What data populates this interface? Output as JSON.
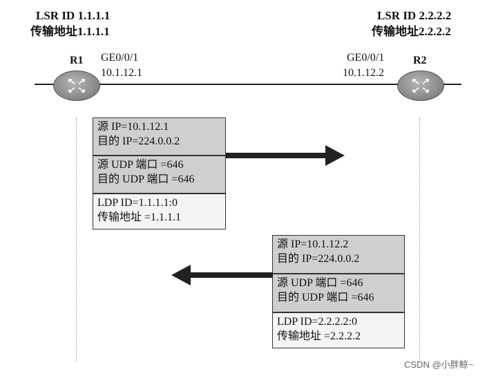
{
  "r1": {
    "lsr_id": "LSR ID 1.1.1.1",
    "transport": "传输地址1.1.1.1",
    "name": "R1",
    "iface": "GE0/0/1",
    "ip": "10.1.12.1"
  },
  "r2": {
    "lsr_id": "LSR ID 2.2.2.2",
    "transport": "传输地址2.2.2.2",
    "name": "R2",
    "iface": "GE0/0/1",
    "ip": "10.1.12.2"
  },
  "packet1": {
    "ip_src": "源 IP=10.1.12.1",
    "ip_dst": "目的 IP=224.0.0.2",
    "udp_src": "源 UDP 端口 =646",
    "udp_dst": "目的 UDP 端口 =646",
    "ldp_id": "LDP ID=1.1.1.1:0",
    "transport": "传输地址 =1.1.1.1"
  },
  "packet2": {
    "ip_src": "源 IP=10.1.12.2",
    "ip_dst": "目的 IP=224.0.0.2",
    "udp_src": "源 UDP 端口 =646",
    "udp_dst": "目的 UDP 端口 =646",
    "ldp_id": "LDP ID=2.2.2.2:0",
    "transport": "传输地址 =2.2.2.2"
  },
  "watermark": "CSDN @小胖鲸~",
  "icons": {
    "router": "router-icon",
    "arrow_right": "arrow-right-icon",
    "arrow_left": "arrow-left-icon"
  },
  "colors": {
    "header_fill": "#cfcfcf",
    "body_fill": "#f4f4f4",
    "line": "#222222"
  }
}
